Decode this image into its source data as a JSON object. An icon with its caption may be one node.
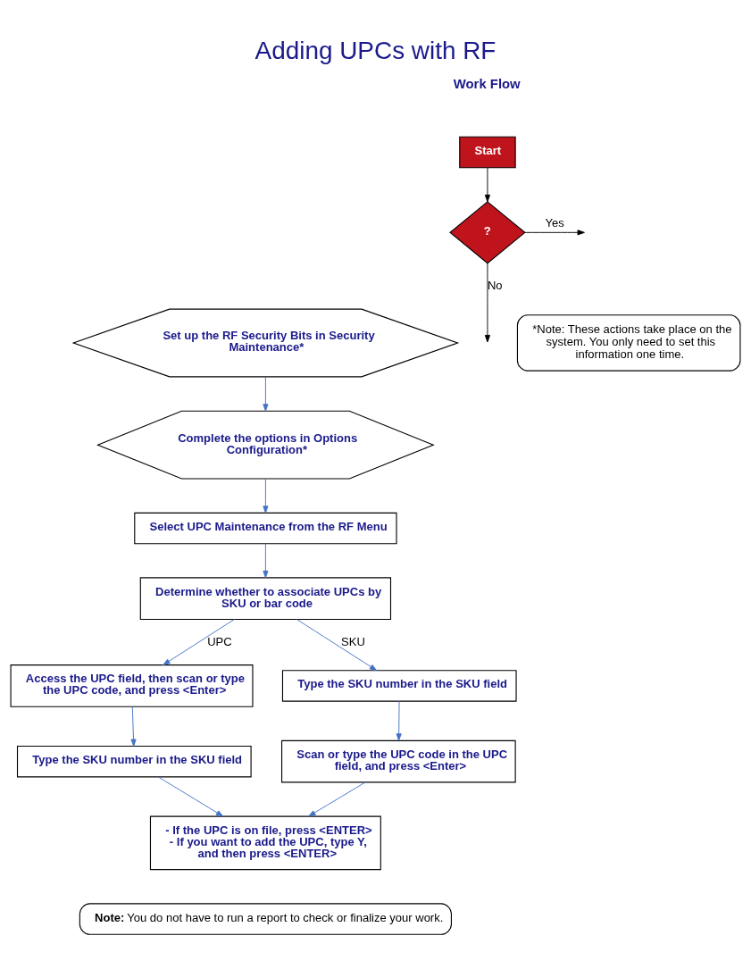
{
  "diagram": {
    "title": "Adding UPCs with RF",
    "nodes": [
      {
        "text": [
          "Start"
        ]
      },
      {
        "text": [
          "?"
        ]
      },
      {
        "text": [
          "Set up the RF Security Bits in Security Maintenance*"
        ]
      },
      {
        "text": [
          "Complete the options in Options Configuration*"
        ]
      },
      {
        "text": [
          "Select UPC Maintenance from the RF Menu"
        ]
      },
      {
        "text": [
          "Determine whether to associate UPCs by SKU or bar code"
        ]
      },
      {
        "text": [
          "Access the UPC field, then scan or type the UPC code, and press <Enter>"
        ]
      },
      {
        "text": [
          "Type the SKU number in the SKU field"
        ]
      },
      {
        "text": [
          "Type the SKU number in the SKU field"
        ]
      },
      {
        "text": [
          "Scan or type the UPC code in the UPC field, and press <Enter>"
        ]
      },
      {
        "text": [
          "- If the UPC is on file, press <ENTER>",
          "- If you want to add the UPC, type Y, and then press <ENTER>"
        ]
      },
      {
        "text": [
          "*Note: These actions take place on the system. You only need to set this information one time."
        ]
      },
      {
        "text": [
          "Note:",
          "You do not have to run a report to check or finalize your work."
        ]
      }
    ],
    "edges": [
      {
        "from": 0,
        "to": 1,
        "arrow": "to",
        "color": "#000000"
      },
      {
        "from": 1,
        "to": null,
        "arrow": "to",
        "label": "No",
        "color": "#000000"
      },
      {
        "from": 1,
        "to": null,
        "arrow": "to",
        "label": "Yes",
        "color": "#000000"
      },
      {
        "from": 2,
        "to": 3,
        "arrow": "to"
      },
      {
        "from": 3,
        "to": 4,
        "arrow": "to"
      },
      {
        "from": 4,
        "to": 5,
        "arrow": "to"
      },
      {
        "from": 5,
        "to": 6,
        "arrow": "to",
        "label": "UPC"
      },
      {
        "from": 5,
        "to": 8,
        "arrow": "to",
        "label": "SKU"
      },
      {
        "from": 6,
        "to": 7,
        "arrow": "to"
      },
      {
        "from": 8,
        "to": 9,
        "arrow": "to"
      },
      {
        "from": 7,
        "to": 10,
        "arrow": "to"
      },
      {
        "from": 9,
        "to": 10,
        "arrow": "to"
      }
    ],
    "labels": [
      "Work Flow"
    ]
  }
}
